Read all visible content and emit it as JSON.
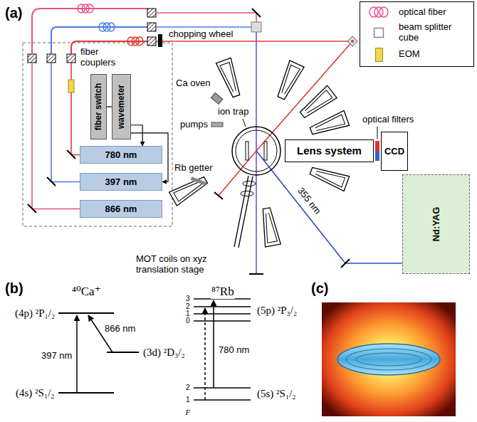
{
  "diagram": {
    "nodes": [
      {
        "text": [
          "fiber switch"
        ]
      },
      {
        "text": [
          "wavemeter"
        ]
      },
      {
        "text": [
          "780 nm"
        ]
      },
      {
        "text": [
          "397 nm"
        ]
      },
      {
        "text": [
          "866 nm"
        ]
      },
      {
        "text": [
          "Lens system"
        ]
      },
      {
        "text": [
          "CCD"
        ]
      },
      {
        "text": [
          "Nd:YAG"
        ]
      }
    ],
    "edges": [
      {
        "from": 0,
        "to": 1,
        "arrow": "none"
      },
      {
        "from": 1,
        "to": 2,
        "arrow": "to"
      },
      {
        "from": 1,
        "to": 3,
        "arrow": "to"
      }
    ],
    "labels": [
      "(a)",
      "chopping wheel",
      "fiber couplers",
      "Ca oven",
      "pumps",
      "Rb getter",
      "ion trap",
      "optical filters",
      "MOT coils on xyz translation stage",
      "355 nm",
      "(b)",
      "⁴⁰Ca⁺",
      "(4p) ²P₁/₂",
      "397 nm",
      "866 nm",
      "(3d) ²D₃/₂",
      "(4s) ²S₁/₂",
      "⁸⁷Rb",
      "3",
      "2",
      "1",
      "0",
      "(5p) ²P₃/₂",
      "780 nm",
      "2",
      "1",
      "F",
      "(5s) ²S₁/₂",
      "(c)"
    ],
    "legend": [
      {
        "text": "optical fiber"
      },
      {
        "text": "beam splitter cube"
      },
      {
        "text": "EOM",
        "color": "#f2d64b"
      }
    ]
  }
}
